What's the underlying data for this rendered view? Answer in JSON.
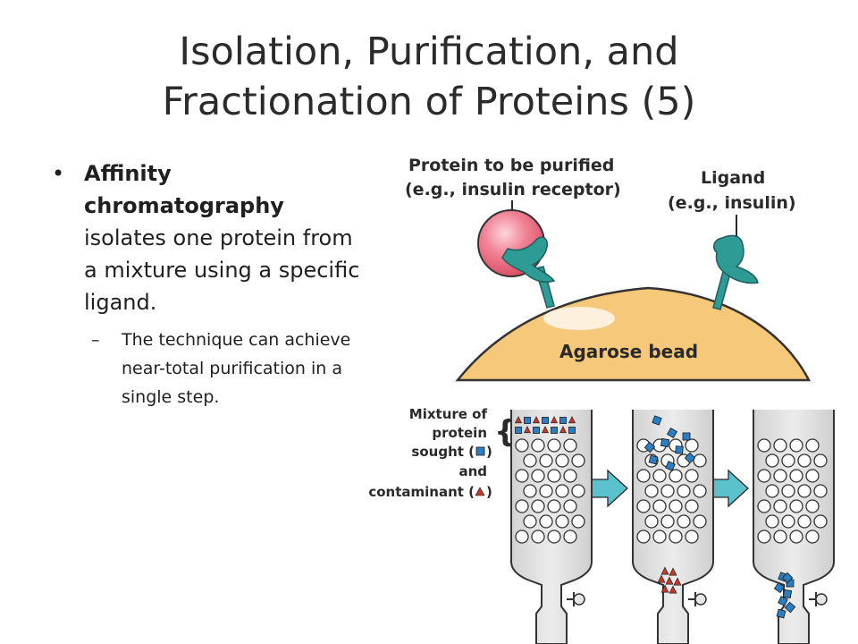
{
  "slide": {
    "title_line1": "Isolation, Purification, and",
    "title_line2": "Fractionation of Proteins (5)",
    "bullet": {
      "marker": "•",
      "bold": "Affinity chromatography",
      "rest": " isolates one protein from a mixture using a specific ligand."
    },
    "sub_bullet": {
      "marker": "–",
      "text": "The technique can achieve near-total purification in a single step."
    }
  },
  "figure": {
    "protein_label_1": "Protein to be purified",
    "protein_label_2": "(e.g., insulin receptor)",
    "ligand_label_1": "Ligand",
    "ligand_label_2": "(e.g., insulin)",
    "bead_label": "Agarose bead",
    "legend_1": "Mixture of",
    "legend_2": "protein",
    "legend_3": "sought (",
    "legend_4": "and",
    "legend_5": "contaminant (",
    "close_paren": ")",
    "colors": {
      "bead": "#f6c87a",
      "ligand": "#2f9b95",
      "protein": "#ec6f83",
      "contaminant": "#c0392b",
      "sought": "#2a7fc4",
      "arrow": "#5bc1cc"
    }
  }
}
